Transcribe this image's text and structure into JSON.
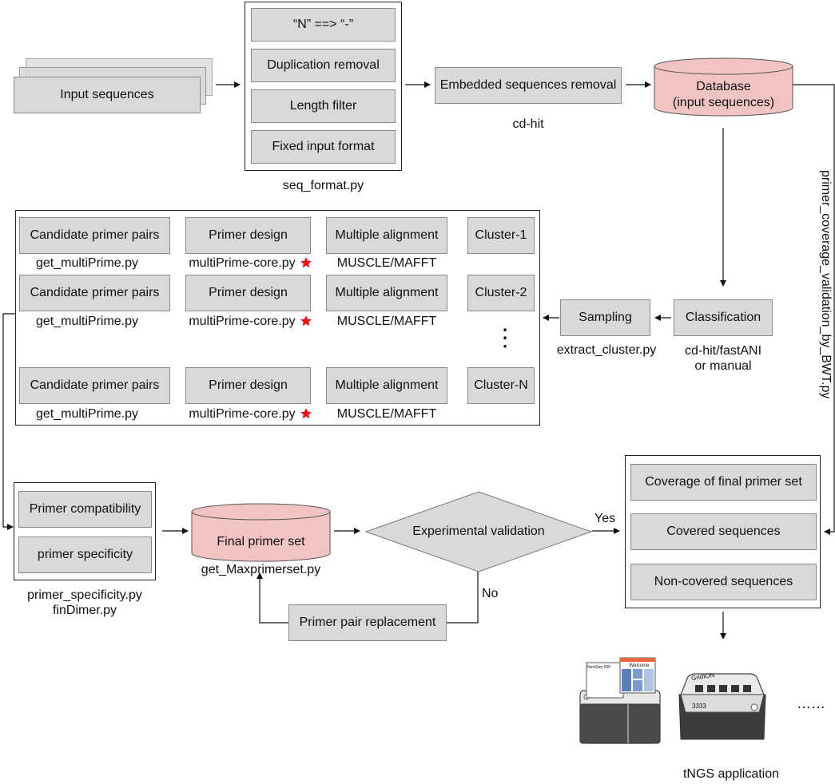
{
  "input": {
    "label": "Input sequences"
  },
  "seq_format": {
    "steps": [
      "“N” ==> “-”",
      "Duplication removal",
      "Length filter",
      "Fixed input format"
    ],
    "script": "seq_format.py"
  },
  "embedded": {
    "label": "Embedded sequences removal",
    "tool": "cd-hit"
  },
  "database": {
    "line1": "Database",
    "line2": "(input sequences)"
  },
  "validation_side": {
    "label": "primer_coverage_validation_by_BWT.py"
  },
  "classification": {
    "label": "Classification",
    "tool": "cd-hit/fastANI\nor manual"
  },
  "sampling": {
    "label": "Sampling",
    "script": "extract_cluster.py"
  },
  "clusters": [
    {
      "name": "Cluster-1",
      "align": "Multiple alignment",
      "align_tool": "MUSCLE/MAFFT",
      "design": "Primer design",
      "design_script": "multiPrime-core.py",
      "pairs": "Candidate primer pairs",
      "pairs_script": "get_multiPrime.py"
    },
    {
      "name": "Cluster-2",
      "align": "Multiple alignment",
      "align_tool": "MUSCLE/MAFFT",
      "design": "Primer design",
      "design_script": "multiPrime-core.py",
      "pairs": "Candidate primer pairs",
      "pairs_script": "get_multiPrime.py"
    },
    {
      "name": "Cluster-N",
      "align": "Multiple alignment",
      "align_tool": "MUSCLE/MAFFT",
      "design": "Primer design",
      "design_script": "multiPrime-core.py",
      "pairs": "Candidate primer pairs",
      "pairs_script": "get_multiPrime.py"
    }
  ],
  "ellipsis_vertical": "⋮",
  "compat": {
    "items": [
      "Primer compatibility",
      "primer specificity"
    ],
    "scripts": "primer_specificity.py\nfinDimer.py"
  },
  "final_set": {
    "label": "Final primer set",
    "script": "get_Maxprimerset.py"
  },
  "experimental": {
    "label": "Experimental validation",
    "yes": "Yes",
    "no": "No"
  },
  "replacement": {
    "label": "Primer pair replacement"
  },
  "coverage": {
    "items": [
      "Coverage of final primer set",
      "Covered sequences",
      "Non-covered sequences"
    ]
  },
  "sequencers": {
    "nextseq_label": "NextSeq 550",
    "nextseq_screen": "Welcome",
    "gridion_label": "GridION",
    "gridion_code": "3333",
    "more": "……"
  },
  "application": {
    "label": "tNGS application"
  },
  "colors": {
    "box": "#d9d9d9",
    "database": "#f2c3c3",
    "star": "#e8141c",
    "diamond": "#d9d9d9"
  }
}
